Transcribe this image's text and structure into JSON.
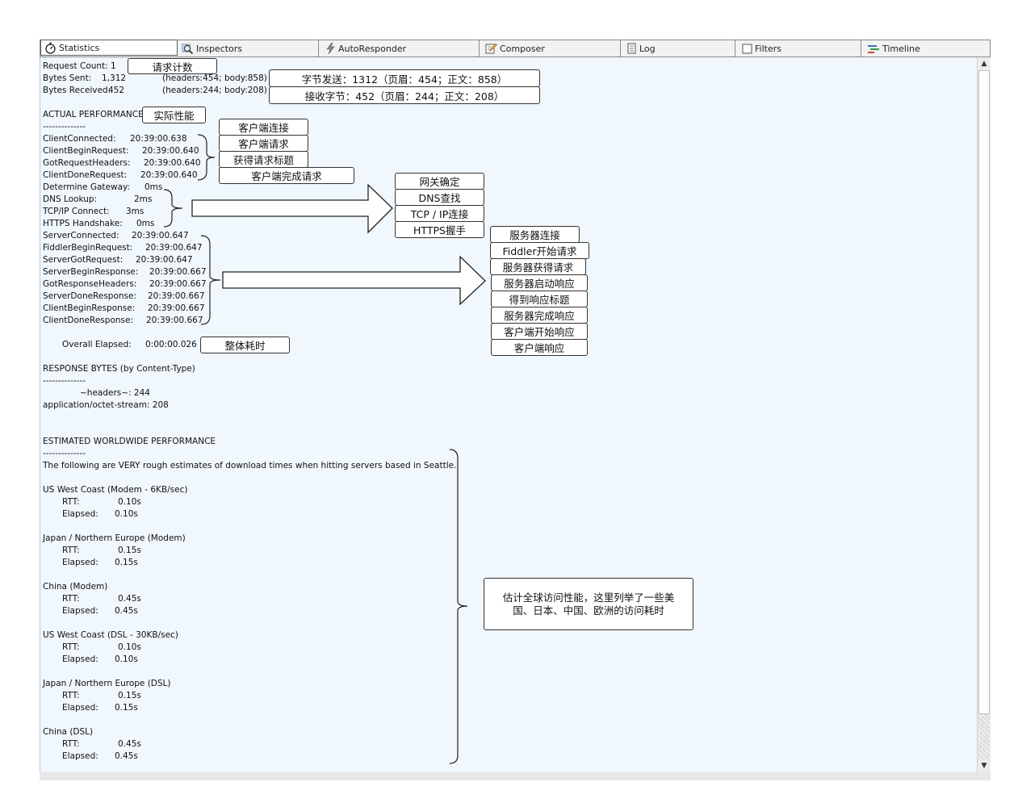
{
  "tabs": [
    {
      "label": "Statistics",
      "icon": "stopwatch-icon",
      "active": true
    },
    {
      "label": "Inspectors",
      "icon": "magnifier-icon",
      "active": false
    },
    {
      "label": "AutoResponder",
      "icon": "lightning-icon",
      "active": false
    },
    {
      "label": "Composer",
      "icon": "pencil-icon",
      "active": false
    },
    {
      "label": "Log",
      "icon": "document-icon",
      "active": false
    },
    {
      "label": "Filters",
      "icon": "checkbox-icon",
      "active": false
    },
    {
      "label": "Timeline",
      "icon": "timeline-icon",
      "active": false
    }
  ],
  "stats": {
    "request_count_label": "Request Count:",
    "request_count_value": "1",
    "bytes_sent_label": "Bytes Sent:",
    "bytes_sent_value": "1,312",
    "bytes_sent_detail": "(headers:454; body:858)",
    "bytes_received_label": "Bytes Received:",
    "bytes_received_value": "452",
    "bytes_received_detail": "(headers:244; body:208)",
    "actual_heading": "ACTUAL PERFORMANCE",
    "separator": "--------------",
    "timings": [
      {
        "label": "ClientConnected:",
        "value": "20:39:00.638"
      },
      {
        "label": "ClientBeginRequest:",
        "value": "20:39:00.640"
      },
      {
        "label": "GotRequestHeaders:",
        "value": "20:39:00.640"
      },
      {
        "label": "ClientDoneRequest:",
        "value": "20:39:00.640"
      },
      {
        "label": "Determine Gateway:",
        "value": "0ms"
      },
      {
        "label": "DNS Lookup:",
        "value": "2ms"
      },
      {
        "label": "TCP/IP Connect:",
        "value": "3ms"
      },
      {
        "label": "HTTPS Handshake:",
        "value": "0ms"
      },
      {
        "label": "ServerConnected:",
        "value": "20:39:00.647"
      },
      {
        "label": "FiddlerBeginRequest:",
        "value": "20:39:00.647"
      },
      {
        "label": "ServerGotRequest:",
        "value": "20:39:00.647"
      },
      {
        "label": "ServerBeginResponse:",
        "value": "20:39:00.667"
      },
      {
        "label": "GotResponseHeaders:",
        "value": "20:39:00.667"
      },
      {
        "label": "ServerDoneResponse:",
        "value": "20:39:00.667"
      },
      {
        "label": "ClientBeginResponse:",
        "value": "20:39:00.667"
      },
      {
        "label": "ClientDoneResponse:",
        "value": "20:39:00.667"
      }
    ],
    "overall_label": "Overall Elapsed:",
    "overall_value": "0:00:00.026",
    "response_heading": "RESPONSE BYTES (by Content-Type)",
    "response_rows": [
      "~headers~: 244",
      "application/octet-stream: 208"
    ],
    "worldwide_heading": "ESTIMATED WORLDWIDE PERFORMANCE",
    "worldwide_note": "The following are VERY rough estimates of download times when hitting servers based in Seattle.",
    "rtt_label": "RTT:",
    "elapsed_label": "Elapsed:",
    "regions": [
      {
        "name": "US West Coast (Modem - 6KB/sec)",
        "rtt": "0.10s",
        "elapsed": "0.10s"
      },
      {
        "name": "Japan / Northern Europe (Modem)",
        "rtt": "0.15s",
        "elapsed": "0.15s"
      },
      {
        "name": "China (Modem)",
        "rtt": "0.45s",
        "elapsed": "0.45s"
      },
      {
        "name": "US West Coast (DSL - 30KB/sec)",
        "rtt": "0.10s",
        "elapsed": "0.10s"
      },
      {
        "name": "Japan / Northern Europe (DSL)",
        "rtt": "0.15s",
        "elapsed": "0.15s"
      },
      {
        "name": "China (DSL)",
        "rtt": "0.45s",
        "elapsed": "0.45s"
      }
    ]
  },
  "annotations": {
    "request_count": "请求计数",
    "bytes_sent": "字节发送：1312（页眉：454；正文：858）",
    "bytes_received": "接收字节：452（页眉：244；正文：208）",
    "actual_performance": "实际性能",
    "client_group": [
      "客户端连接",
      "客户端请求",
      "获得请求标题",
      "客户端完成请求"
    ],
    "network_group": [
      "网关确定",
      "DNS查找",
      "TCP / IP连接",
      "HTTPS握手"
    ],
    "server_group": [
      "服务器连接",
      "Fiddler开始请求",
      "服务器获得请求",
      "服务器启动响应",
      "得到响应标题",
      "服务器完成响应",
      "客户端开始响应",
      "客户端响应"
    ],
    "overall": "整体耗时",
    "worldwide": "估计全球访问性能，这里列举了一些美国、日本、中国、欧洲的访问耗时"
  }
}
